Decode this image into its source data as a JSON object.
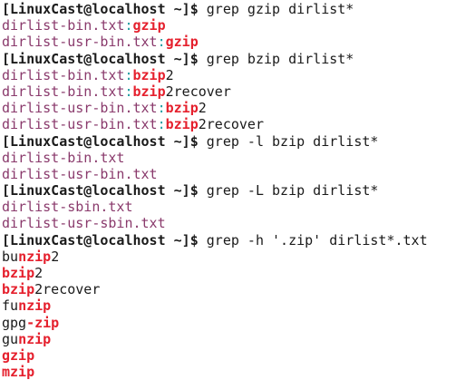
{
  "colors": {
    "background": "#ffffff",
    "text": "#1a1a1a",
    "filename": "#8a3a6c",
    "separator": "#1a9ba0",
    "match": "#e5202d"
  },
  "lines": [
    {
      "segments": [
        {
          "t": "prompt",
          "v": "[LinuxCast@localhost ~]$ "
        },
        {
          "t": "cmd",
          "v": "grep gzip dirlist*"
        }
      ]
    },
    {
      "segments": [
        {
          "t": "file",
          "v": "dirlist-bin.txt"
        },
        {
          "t": "sep",
          "v": ":"
        },
        {
          "t": "match",
          "v": "gzip"
        }
      ]
    },
    {
      "segments": [
        {
          "t": "file",
          "v": "dirlist-usr-bin.txt"
        },
        {
          "t": "sep",
          "v": ":"
        },
        {
          "t": "match",
          "v": "gzip"
        }
      ]
    },
    {
      "segments": [
        {
          "t": "prompt",
          "v": "[LinuxCast@localhost ~]$ "
        },
        {
          "t": "cmd",
          "v": "grep bzip dirlist*"
        }
      ]
    },
    {
      "segments": [
        {
          "t": "file",
          "v": "dirlist-bin.txt"
        },
        {
          "t": "sep",
          "v": ":"
        },
        {
          "t": "match",
          "v": "bzip"
        },
        {
          "t": "plain",
          "v": "2"
        }
      ]
    },
    {
      "segments": [
        {
          "t": "file",
          "v": "dirlist-bin.txt"
        },
        {
          "t": "sep",
          "v": ":"
        },
        {
          "t": "match",
          "v": "bzip"
        },
        {
          "t": "plain",
          "v": "2recover"
        }
      ]
    },
    {
      "segments": [
        {
          "t": "file",
          "v": "dirlist-usr-bin.txt"
        },
        {
          "t": "sep",
          "v": ":"
        },
        {
          "t": "match",
          "v": "bzip"
        },
        {
          "t": "plain",
          "v": "2"
        }
      ]
    },
    {
      "segments": [
        {
          "t": "file",
          "v": "dirlist-usr-bin.txt"
        },
        {
          "t": "sep",
          "v": ":"
        },
        {
          "t": "match",
          "v": "bzip"
        },
        {
          "t": "plain",
          "v": "2recover"
        }
      ]
    },
    {
      "segments": [
        {
          "t": "prompt",
          "v": "[LinuxCast@localhost ~]$ "
        },
        {
          "t": "cmd",
          "v": "grep -l bzip dirlist*"
        }
      ]
    },
    {
      "segments": [
        {
          "t": "file",
          "v": "dirlist-bin.txt"
        }
      ]
    },
    {
      "segments": [
        {
          "t": "file",
          "v": "dirlist-usr-bin.txt"
        }
      ]
    },
    {
      "segments": [
        {
          "t": "prompt",
          "v": "[LinuxCast@localhost ~]$ "
        },
        {
          "t": "cmd",
          "v": "grep -L bzip dirlist*"
        }
      ]
    },
    {
      "segments": [
        {
          "t": "file",
          "v": "dirlist-sbin.txt"
        }
      ]
    },
    {
      "segments": [
        {
          "t": "file",
          "v": "dirlist-usr-sbin.txt"
        }
      ]
    },
    {
      "segments": [
        {
          "t": "prompt",
          "v": "[LinuxCast@localhost ~]$ "
        },
        {
          "t": "cmd",
          "v": "grep -h '.zip' dirlist*.txt"
        }
      ]
    },
    {
      "segments": [
        {
          "t": "plain",
          "v": "bu"
        },
        {
          "t": "match",
          "v": "nzip"
        },
        {
          "t": "plain",
          "v": "2"
        }
      ]
    },
    {
      "segments": [
        {
          "t": "match",
          "v": "bzip"
        },
        {
          "t": "plain",
          "v": "2"
        }
      ]
    },
    {
      "segments": [
        {
          "t": "match",
          "v": "bzip"
        },
        {
          "t": "plain",
          "v": "2recover"
        }
      ]
    },
    {
      "segments": [
        {
          "t": "plain",
          "v": "fu"
        },
        {
          "t": "match",
          "v": "nzip"
        }
      ]
    },
    {
      "segments": [
        {
          "t": "plain",
          "v": "gpg"
        },
        {
          "t": "match",
          "v": "-zip"
        }
      ]
    },
    {
      "segments": [
        {
          "t": "plain",
          "v": "gu"
        },
        {
          "t": "match",
          "v": "nzip"
        }
      ]
    },
    {
      "segments": [
        {
          "t": "match",
          "v": "gzip"
        }
      ]
    },
    {
      "segments": [
        {
          "t": "match",
          "v": "mzip"
        }
      ]
    }
  ]
}
